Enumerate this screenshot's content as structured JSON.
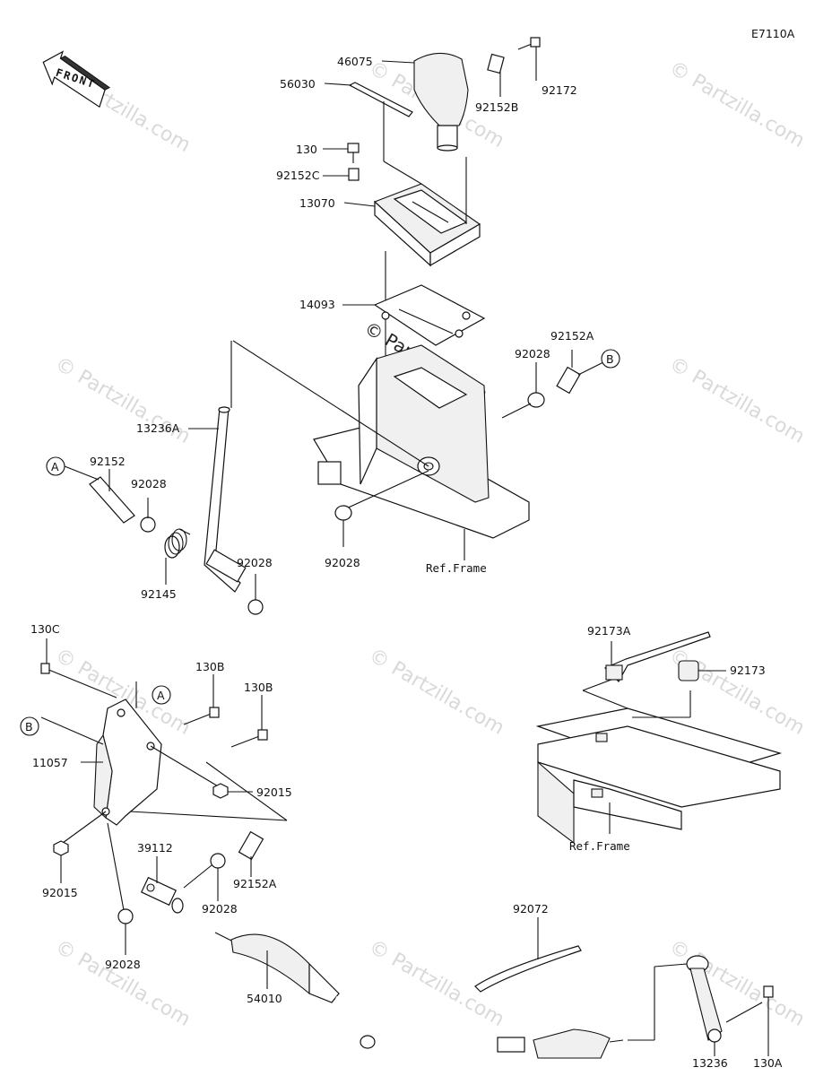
{
  "diagram_code": "E7110A",
  "front_label": "FRONT",
  "ref_frame_1": "Ref.Frame",
  "ref_frame_2": "Ref.Frame",
  "watermark_center": "© Partzilla.com",
  "watermark_tile": "© Partzilla.com",
  "callouts": {
    "A": "A",
    "B": "B"
  },
  "parts": {
    "p46075": "46075",
    "p56030": "56030",
    "p92172": "92172",
    "p92152B": "92152B",
    "p130": "130",
    "p92152C": "92152C",
    "p13070": "13070",
    "p14093": "14093",
    "p92152A_top": "92152A",
    "p92028_top": "92028",
    "p13236A": "13236A",
    "p92152": "92152",
    "p92028_a": "92028",
    "p92145": "92145",
    "p92028_b": "92028",
    "p92028_frame": "92028",
    "p130C": "130C",
    "p130B_1": "130B",
    "p130B_2": "130B",
    "p11057": "11057",
    "p92015_1": "92015",
    "p92015_2": "92015",
    "p39112": "39112",
    "p92028_c": "92028",
    "p92152A_low": "92152A",
    "p92028_d": "92028",
    "p92173A": "92173A",
    "p92173": "92173",
    "p92072": "92072",
    "p54010": "54010",
    "p13236": "13236",
    "p130A": "130A"
  }
}
